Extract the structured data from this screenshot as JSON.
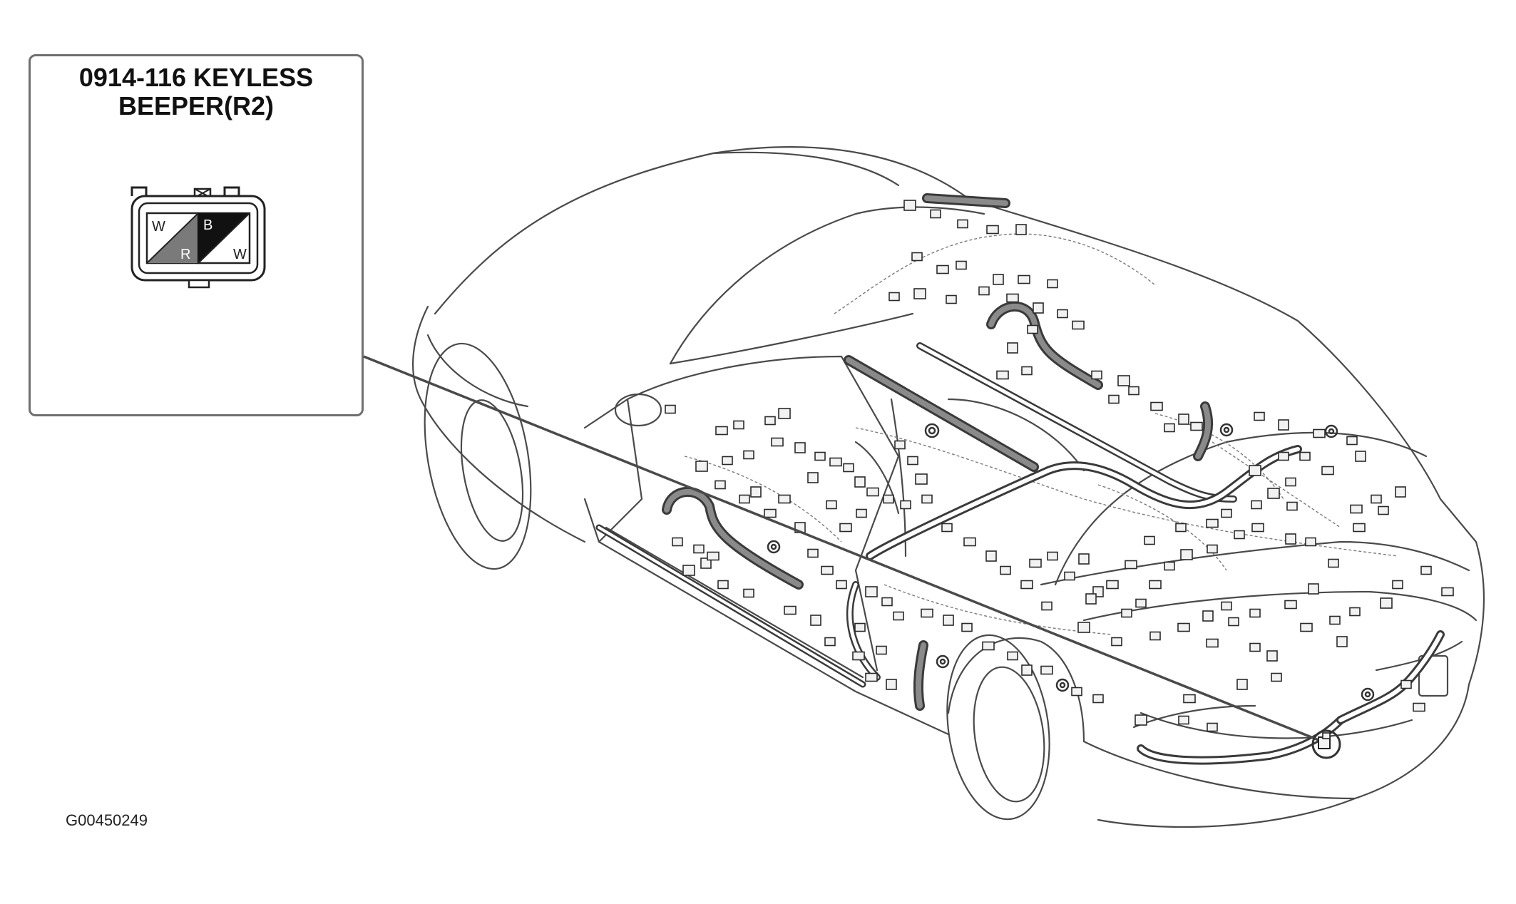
{
  "callout": {
    "title_line1": "0914-116 KEYLESS",
    "title_line2": "BEEPER(R2)"
  },
  "connector": {
    "icon": "connector-icon",
    "pins": [
      {
        "top_label": "W",
        "bottom_label": "R",
        "fill": "#7a7a7a"
      },
      {
        "top_label": "B",
        "bottom_label": "W",
        "fill": "#111111"
      }
    ]
  },
  "figure_id": "G00450249",
  "colors": {
    "line": "#4a4a4a",
    "harness": "#3a3a3a",
    "harness_fill": "#8a8a8a",
    "connector_box": "#f2f2f2"
  }
}
